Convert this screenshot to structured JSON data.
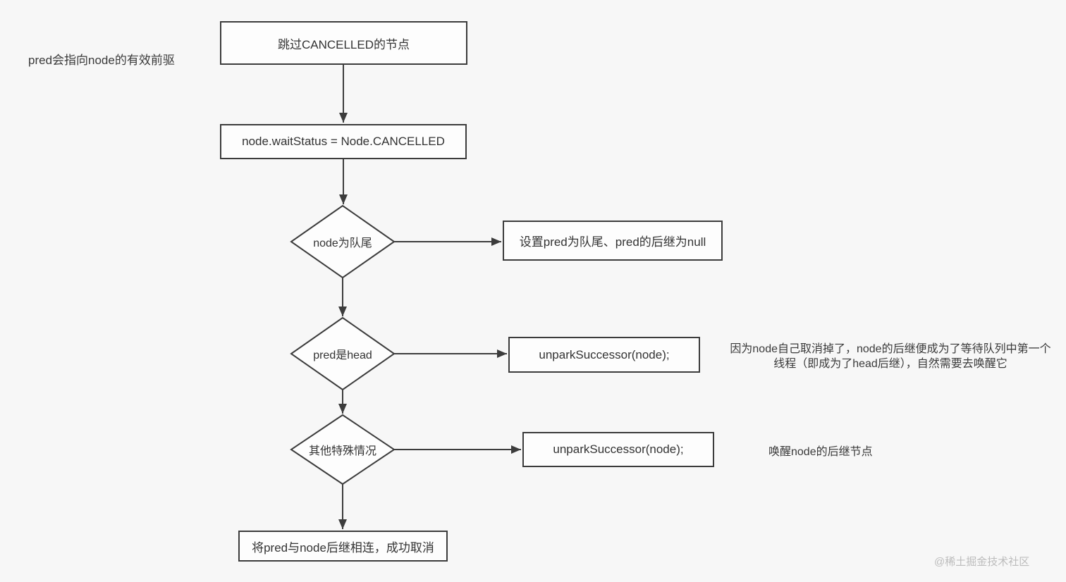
{
  "canvas": {
    "background": "#f7f7f7",
    "stroke_color": "#3c3c3c",
    "text_color": "#333333",
    "watermark_color": "#bcbcbc"
  },
  "flowchart": {
    "nodes": [
      {
        "id": "skip-cancelled",
        "type": "process",
        "label": "跳过CANCELLED的节点"
      },
      {
        "id": "set-cancelled",
        "type": "process",
        "label": "node.waitStatus = Node.CANCELLED"
      },
      {
        "id": "node-is-tail",
        "type": "decision",
        "label": "node为队尾"
      },
      {
        "id": "set-pred-tail",
        "type": "process",
        "label": "设置pred为队尾、pred的后继为null"
      },
      {
        "id": "pred-is-head",
        "type": "decision",
        "label": "pred是head"
      },
      {
        "id": "unpark-head",
        "type": "process",
        "label": "unparkSuccessor(node);"
      },
      {
        "id": "other-special",
        "type": "decision",
        "label": "其他特殊情况"
      },
      {
        "id": "unpark-other",
        "type": "process",
        "label": "unparkSuccessor(node);"
      },
      {
        "id": "link-pred-succ",
        "type": "process",
        "label": "将pred与node后继相连，成功取消"
      }
    ],
    "edges": [
      {
        "from": "skip-cancelled",
        "to": "set-cancelled"
      },
      {
        "from": "set-cancelled",
        "to": "node-is-tail"
      },
      {
        "from": "node-is-tail",
        "to": "set-pred-tail"
      },
      {
        "from": "node-is-tail",
        "to": "pred-is-head"
      },
      {
        "from": "pred-is-head",
        "to": "unpark-head"
      },
      {
        "from": "pred-is-head",
        "to": "other-special"
      },
      {
        "from": "other-special",
        "to": "unpark-other"
      },
      {
        "from": "other-special",
        "to": "link-pred-succ"
      }
    ]
  },
  "annotations": {
    "pred_note": "pred会指向node的有效前驱",
    "head_successor_note": "因为node自己取消掉了，node的后继便成为了等待队列中第一个线程（即成为了head后继），自然需要去唤醒它",
    "wake_note": "唤醒node的后继节点",
    "watermark": "@稀土掘金技术社区"
  }
}
